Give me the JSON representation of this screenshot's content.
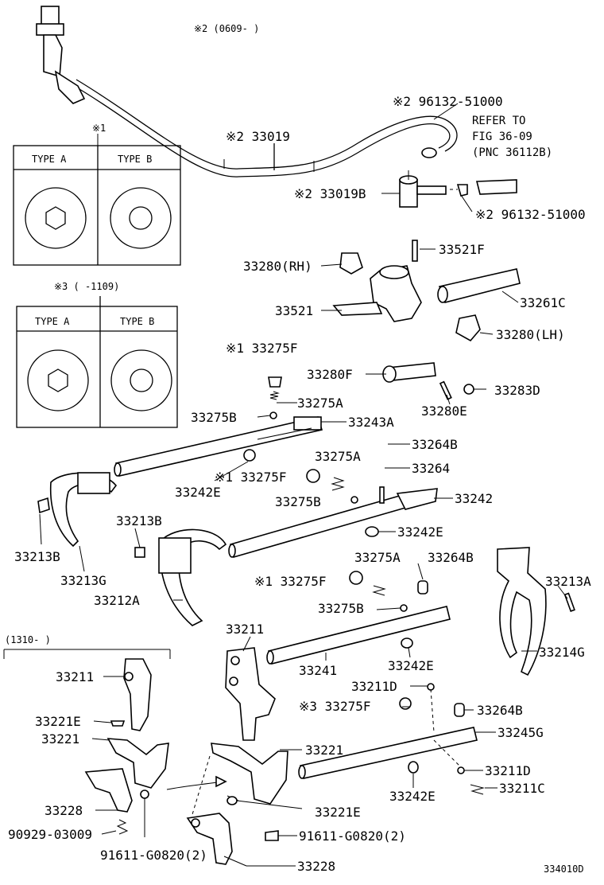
{
  "notes": {
    "n2_date": "※2 (0609-     )",
    "n1": "※1",
    "n3_date": "※3 (     -1109)",
    "n_1310": "(1310-     )"
  },
  "type_tables": {
    "t1": {
      "a": "TYPE A",
      "b": "TYPE B"
    },
    "t2": {
      "a": "TYPE A",
      "b": "TYPE B"
    }
  },
  "refer": {
    "l1": "REFER TO",
    "l2": "FIG 36-09",
    "l3": "(PNC 36112B)"
  },
  "parts": {
    "p33019": "※2 33019",
    "p96132a": "※2 96132-51000",
    "p33019b": "※2 33019B",
    "p96132b": "※2 96132-51000",
    "p33521f": "33521F",
    "p33280rh": "33280(RH)",
    "p33521": "33521",
    "p33261c": "33261C",
    "p33280lh": "33280(LH)",
    "p33275f_1": "※1 33275F",
    "p33280f": "33280F",
    "p33275a_1": "33275A",
    "p33283d": "33283D",
    "p33275b_1": "33275B",
    "p33243a": "33243A",
    "p33280e": "33280E",
    "p33264b_1": "33264B",
    "p33275a_2": "33275A",
    "p33264": "33264",
    "p33242e_1": "33242E",
    "p33275f_2": "※1 33275F",
    "p33275b_2": "33275B",
    "p33242": "33242",
    "p33213b_1": "33213B",
    "p33242e_2": "33242E",
    "p33213b_2": "33213B",
    "p33213g": "33213G",
    "p33212a": "33212A",
    "p33275a_3": "33275A",
    "p33264b_2": "33264B",
    "p33275f_3": "※1 33275F",
    "p33213a": "33213A",
    "p33275b_3": "33275B",
    "p33211_1": "33211",
    "p33241": "33241",
    "p33242e_3": "33242E",
    "p33214g": "33214G",
    "p33211_2": "33211",
    "p33211d_1": "33211D",
    "p33275f_4": "※3 33275F",
    "p33264b_3": "33264B",
    "p33221e_1": "33221E",
    "p33245g": "33245G",
    "p33221_1": "33221",
    "p33221_2": "33221",
    "p33211d_2": "33211D",
    "p33242e_4": "33242E",
    "p33211c": "33211C",
    "p33228_1": "33228",
    "p33221e_2": "33221E",
    "p90929": "90929-03009",
    "p91611_1": "91611-G0820(2)",
    "p91611_2": "91611-G0820(2)",
    "p33228_2": "33228"
  },
  "diagram_code": "334010D"
}
